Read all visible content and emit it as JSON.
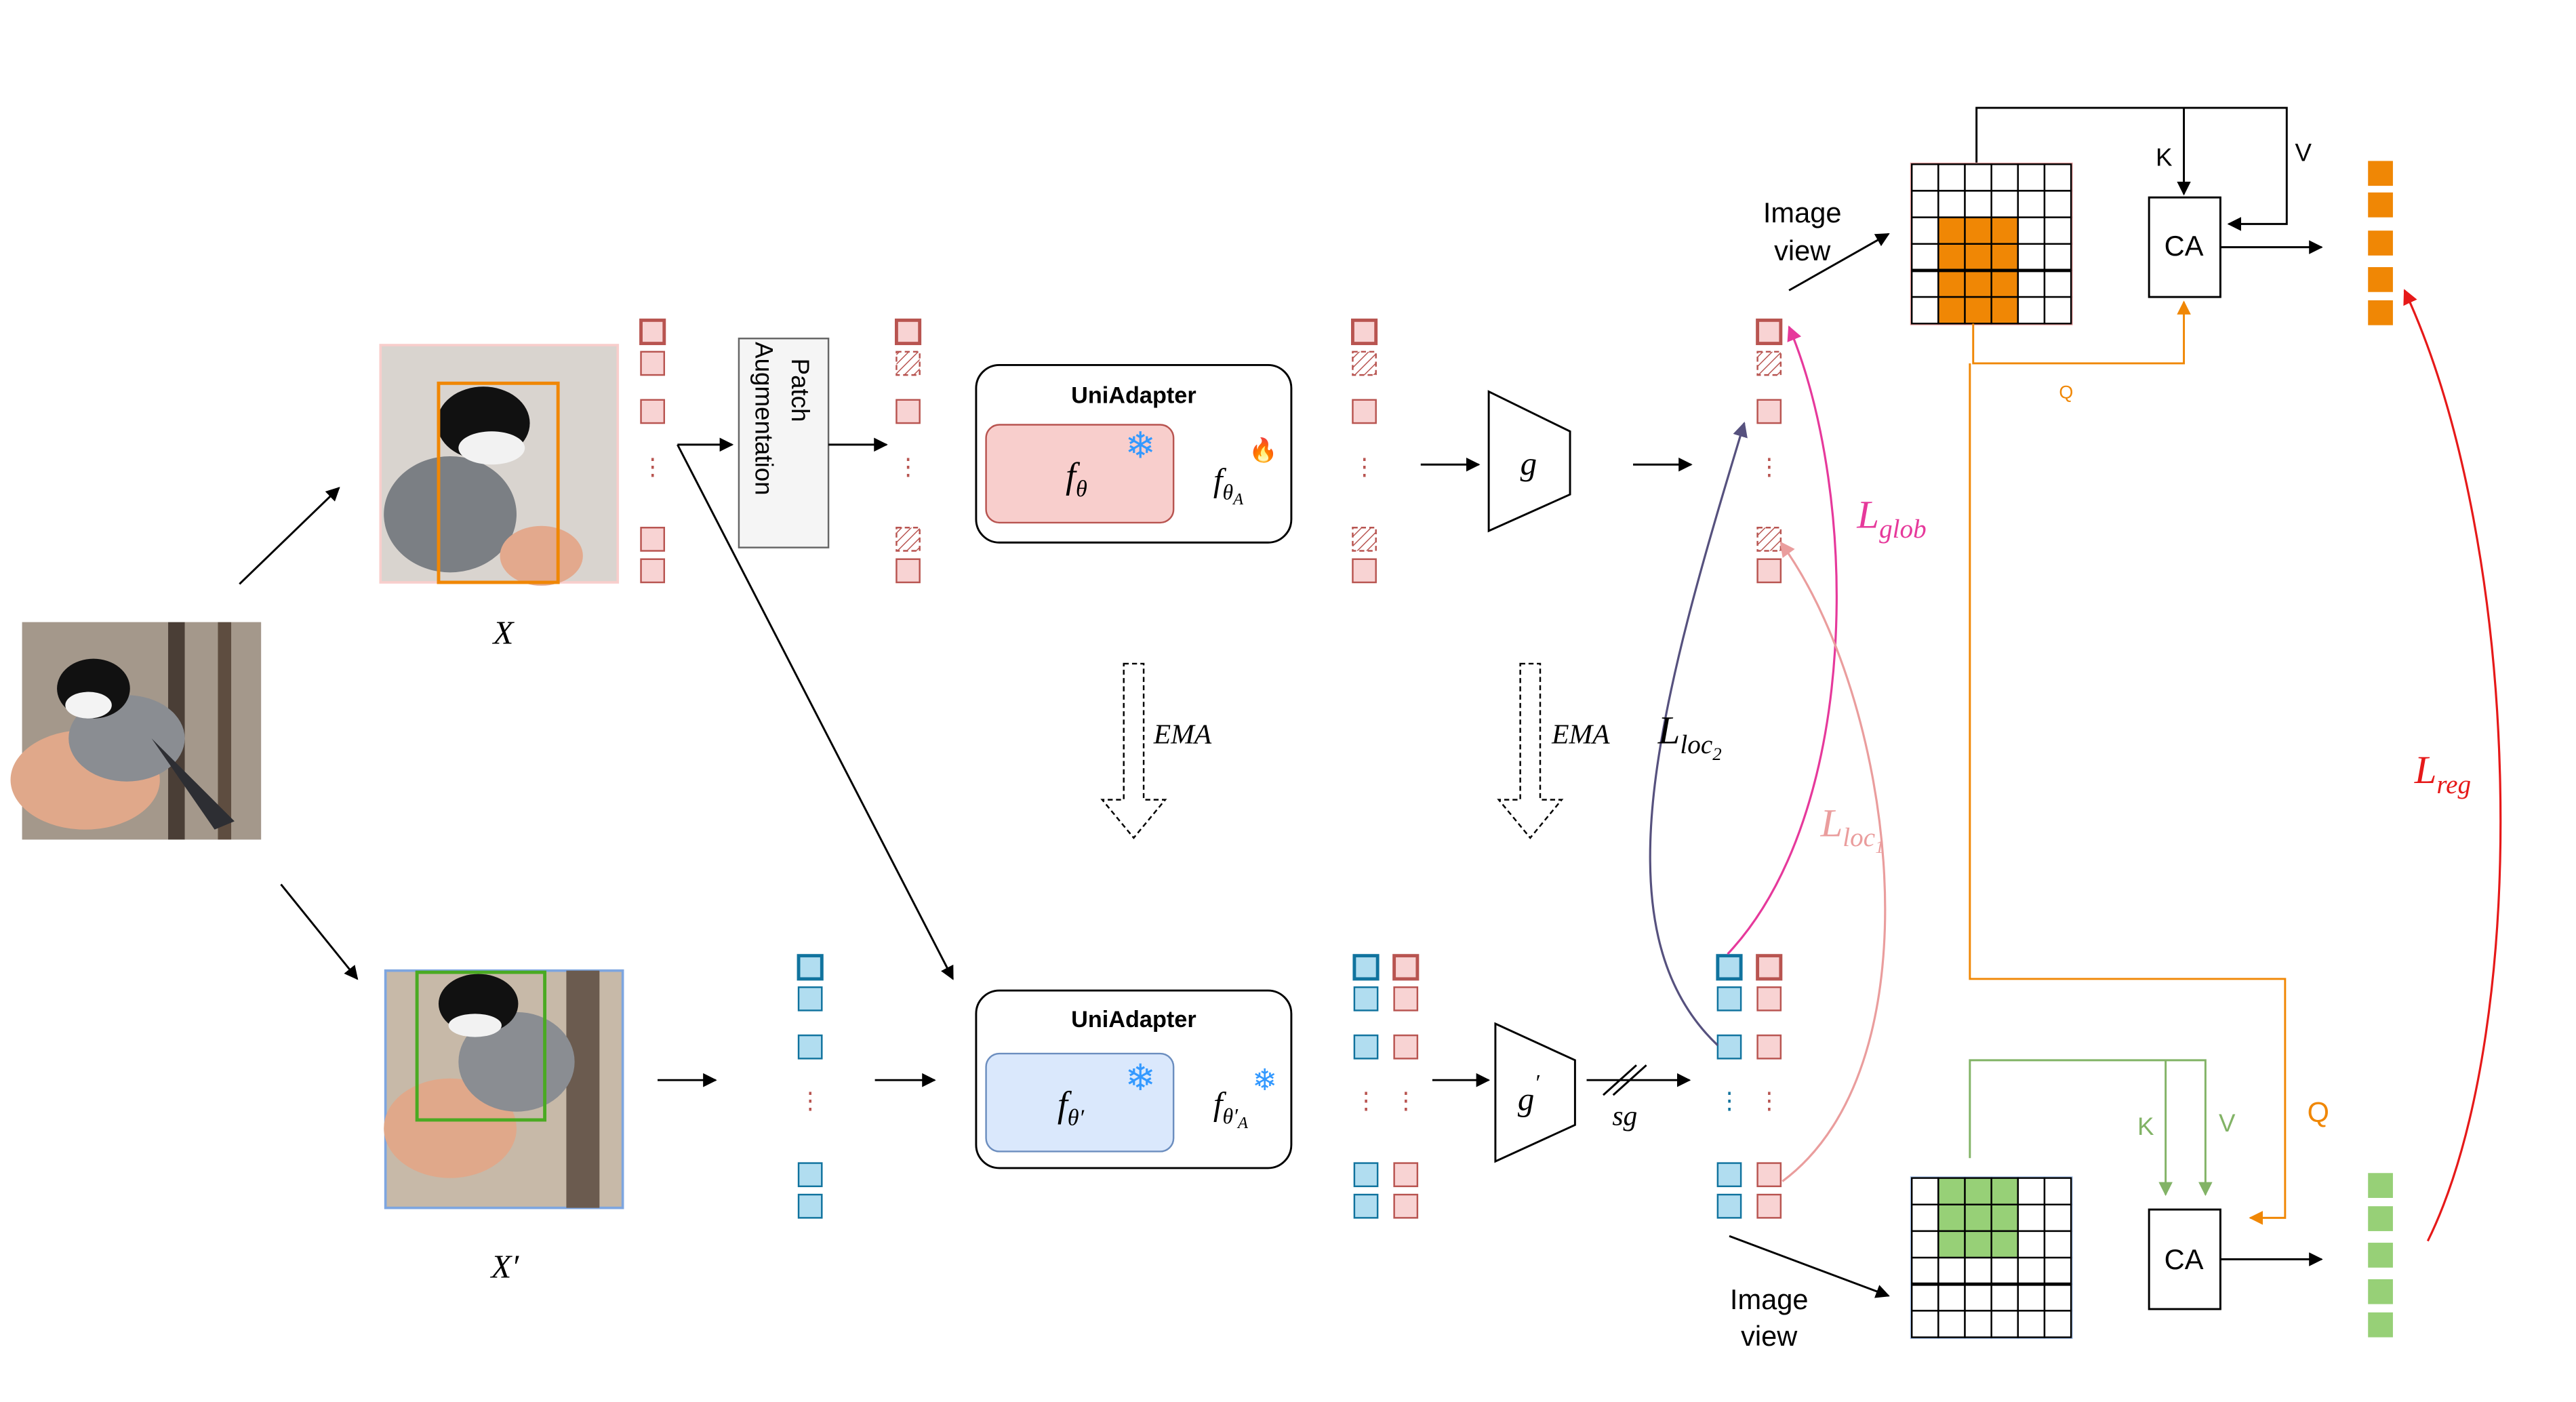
{
  "labels": {
    "x": "X",
    "x_prime": "X′",
    "patch_aug_line1": "Patch",
    "patch_aug_line2": "Augmentation",
    "uniadapter_top": "UniAdapter",
    "uniadapter_bottom": "UniAdapter",
    "f_theta": "f",
    "f_theta_sub": "θ",
    "f_theta_a": "f",
    "f_theta_a_sub": "θ",
    "f_theta_a_subsub": "A",
    "f_theta_p": "f",
    "f_theta_p_sub": "θ′",
    "f_theta_pa": "f",
    "f_theta_pa_sub": "θ′",
    "f_theta_pa_subsub": "A",
    "g": "g",
    "g_prime": "g",
    "g_prime_mark": "′",
    "ema_left": "EMA",
    "ema_right": "EMA",
    "sg": "sg",
    "image_view_top_1": "Image",
    "image_view_top_2": "view",
    "image_view_bottom_1": "Image",
    "image_view_bottom_2": "view",
    "ca_top": "CA",
    "ca_bottom": "CA",
    "k_top": "K",
    "v_top": "V",
    "q_top": "Q",
    "k_bottom": "K",
    "v_bottom": "V",
    "q_bottom": "Q",
    "l_glob": "L",
    "l_glob_sub": "glob",
    "l_loc1": "L",
    "l_loc1_sub": "loc",
    "l_loc1_subsub": "1",
    "l_loc2": "L",
    "l_loc2_sub": "loc",
    "l_loc2_subsub": "2",
    "l_reg": "L",
    "l_reg_sub": "reg"
  },
  "colors": {
    "pink_token": "#f8d3d3",
    "pink_border": "#b85450",
    "blue_token": "#b1ddf0",
    "blue_border": "#10739e",
    "orange": "#f08705",
    "green": "#97d077",
    "green_line": "#82b366",
    "pink_arrow": "#e6399b",
    "salmon_arrow": "#ea9d9d",
    "navy_arrow": "#56517e",
    "red_arrow": "#e61919",
    "f_theta_fill": "#f8cecc",
    "f_theta_p_fill": "#dae8fc"
  }
}
